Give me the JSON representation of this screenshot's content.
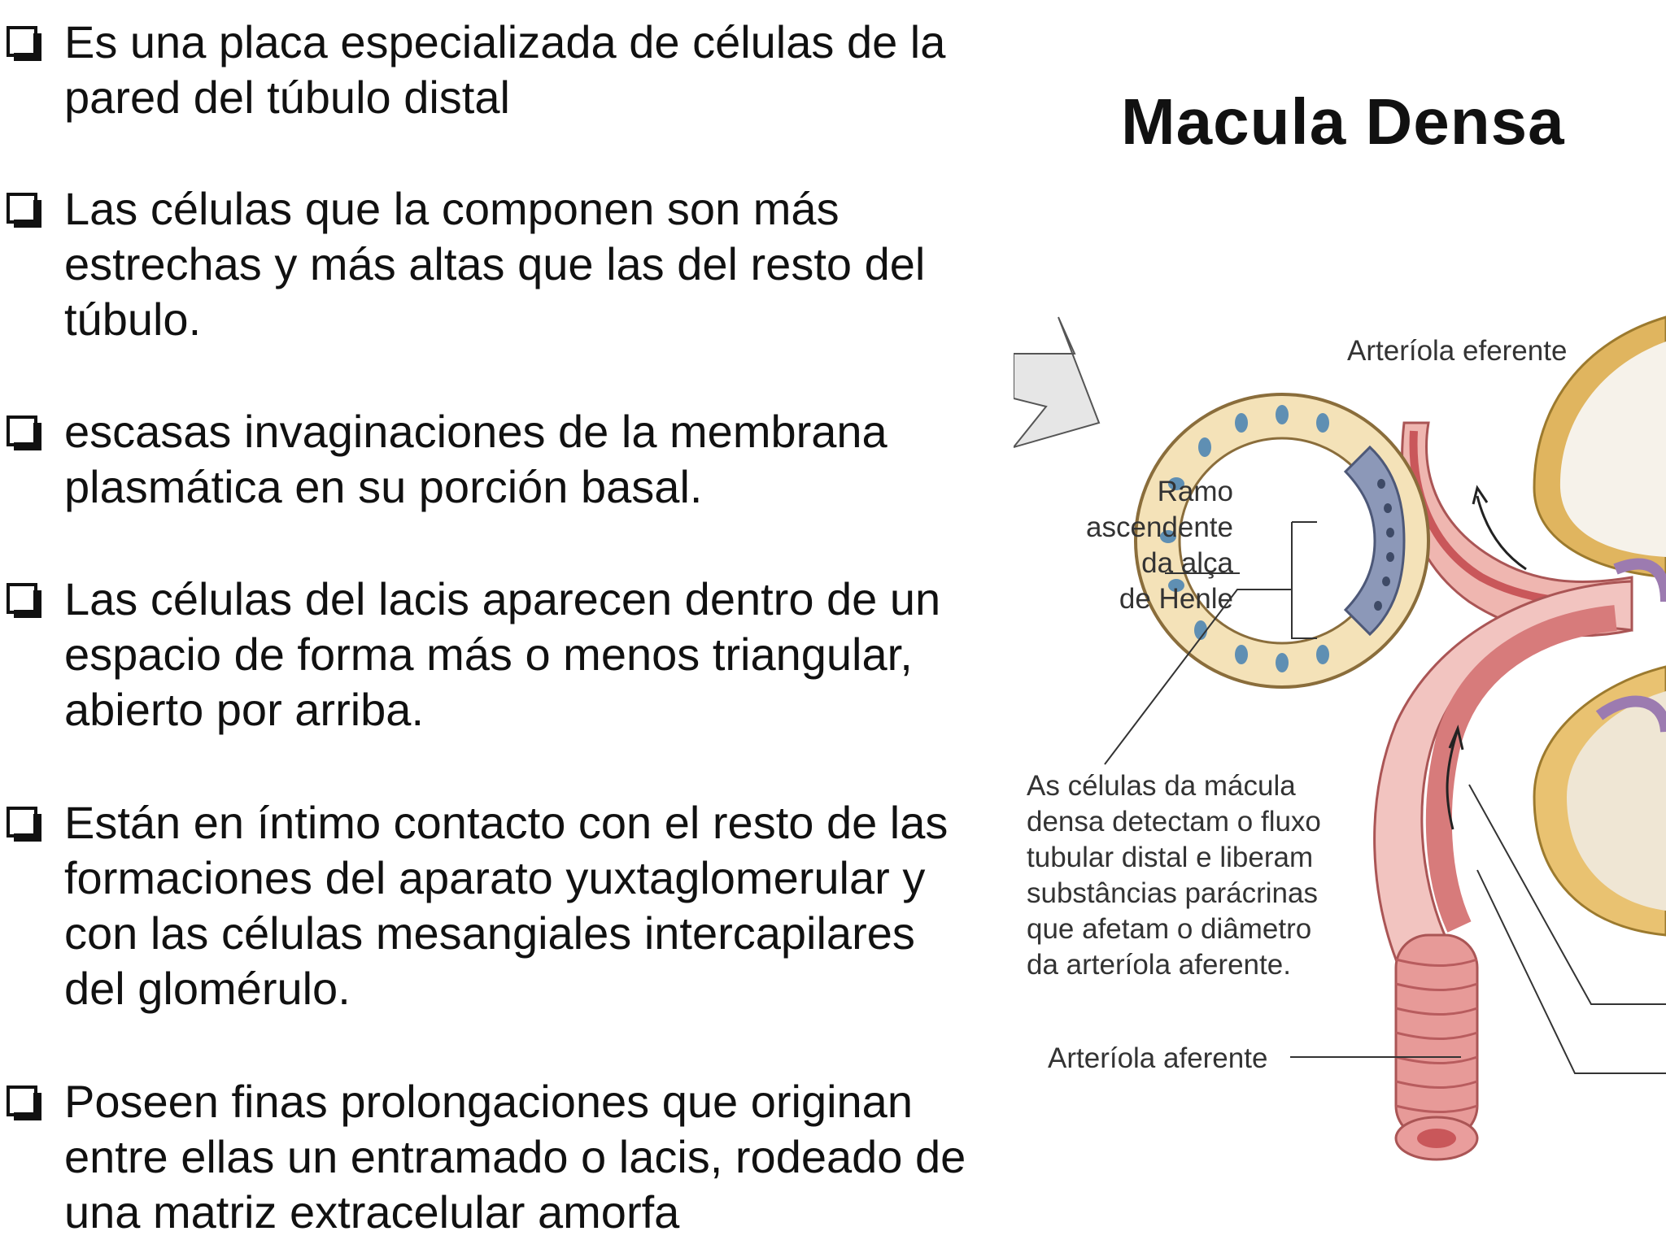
{
  "bullets": [
    {
      "text": "Es una placa especializada de células de la\npared del túbulo distal"
    },
    {
      "text": "Las células que la componen son más\nestrechas y más altas que las del resto del\ntúbulo."
    },
    {
      "text": "escasas invaginaciones de la membrana\nplasmática en su porción basal."
    },
    {
      "text": "Las células del lacis aparecen dentro de un\nespacio de forma más o menos triangular,\nabierto por arriba."
    },
    {
      "text": "Están en íntimo contacto con el resto de las\nformaciones del aparato yuxtaglomerular y\ncon las células mesangiales intercapilares\ndel glomérulo."
    },
    {
      "text": "Poseen finas prolongaciones que originan\nentre ellas un entramado o lacis, rodeado de\nuna matriz extracelular amorfa"
    }
  ],
  "title": "Macula Densa",
  "figure": {
    "label_efferent": "Arteríola eferente",
    "label_ascending": "Ramo\nascendente\nda alça\nde Henle",
    "label_macula_cells": "As células da mácula\ndensa detectam o fluxo\ntubular distal e liberam\nsubstâncias parácrinas\nque afetam o diâmetro\nda arteríola aferente.",
    "label_afferent": "Arteríola aferente"
  },
  "colors": {
    "text": "#111111",
    "vessel": "#d98a8a",
    "vessel_light": "#f2c4c0",
    "tubule": "#f4e2b8",
    "macula_cells": "#8c98b8",
    "glomerulus": "#d9b060"
  }
}
